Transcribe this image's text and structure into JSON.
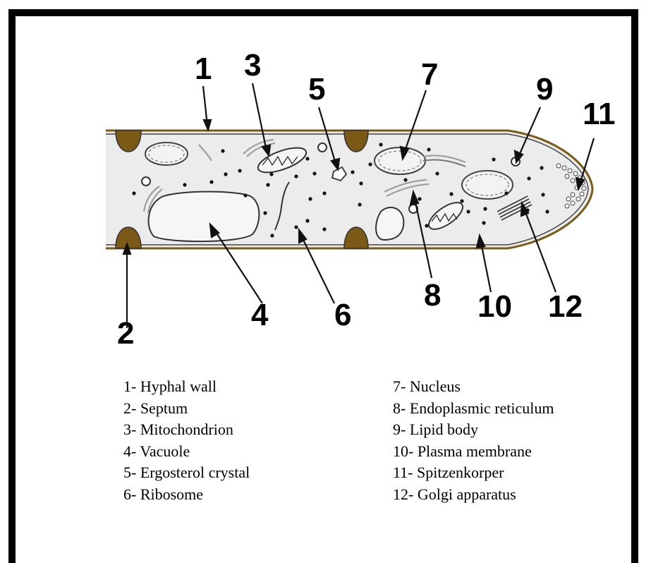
{
  "diagram": {
    "numbers": [
      "1",
      "2",
      "3",
      "4",
      "5",
      "6",
      "7",
      "8",
      "9",
      "10",
      "11",
      "12"
    ]
  },
  "legend": {
    "left": [
      "1- Hyphal wall",
      "2- Septum",
      "3- Mitochondrion",
      "4- Vacuole",
      "5- Ergosterol crystal",
      "6- Ribosome"
    ],
    "right": [
      "7- Nucleus",
      "8- Endoplasmic reticulum",
      "9- Lipid body",
      "10- Plasma membrane",
      "11- Spitzenkorper",
      "12- Golgi apparatus"
    ]
  },
  "colors": {
    "wall": "#7a5a16",
    "cytoplasm": "#ececec",
    "outline": "#333333"
  }
}
